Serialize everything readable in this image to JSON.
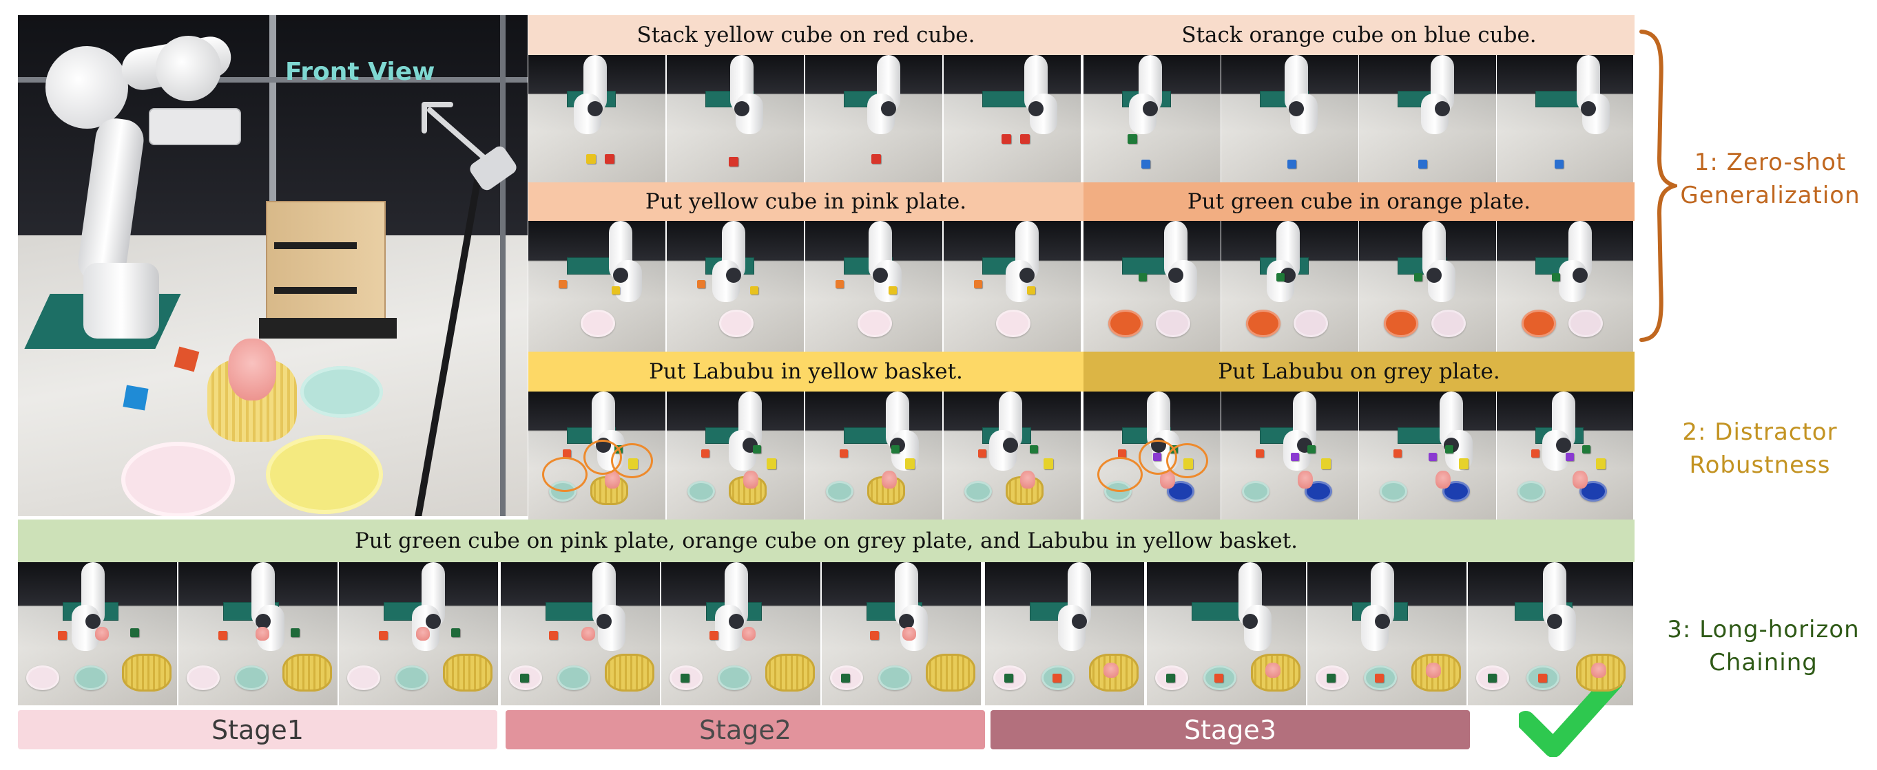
{
  "front_view": {
    "label": "Front View"
  },
  "tasks": {
    "row1_left": "Stack yellow cube on red cube.",
    "row1_right": "Stack orange cube on blue cube.",
    "row2_left": "Put yellow cube in pink plate.",
    "row2_right": "Put green cube in orange plate.",
    "row3_left": "Put Labubu in yellow basket.",
    "row3_right": "Put Labubu on grey plate.",
    "long_horizon": "Put green cube on pink plate, orange cube on grey plate, and Labubu in yellow basket."
  },
  "categories": [
    {
      "line1": "1:  Zero-shot",
      "line2": "Generalization",
      "color": "#c0671f"
    },
    {
      "line1": "2:  Distractor",
      "line2": "Robustness",
      "color": "#c39322"
    },
    {
      "line1": "3:  Long-horizon",
      "line2": "Chaining",
      "color": "#2f5a17"
    }
  ],
  "stages": [
    {
      "label": "Stage1",
      "bg": "#f8d9df",
      "fg": "#3a3a3a"
    },
    {
      "label": "Stage2",
      "bg": "#e2939c",
      "fg": "#4a4a4a"
    },
    {
      "label": "Stage3",
      "bg": "#b3707d",
      "fg": "#ffffff"
    }
  ],
  "colors": {
    "caption_peach_light": "#f8dccb",
    "caption_peach": "#f2ae82",
    "caption_yellow": "#fdd866",
    "caption_gold": "#dcb545",
    "caption_green": "#cde1b8",
    "check": "#2ec84f",
    "brace": "#c0671f",
    "front_view_text": "#7fd8d2"
  },
  "icons": [
    "front-view-arrow-icon",
    "curly-brace-icon",
    "success-checkmark-icon"
  ]
}
